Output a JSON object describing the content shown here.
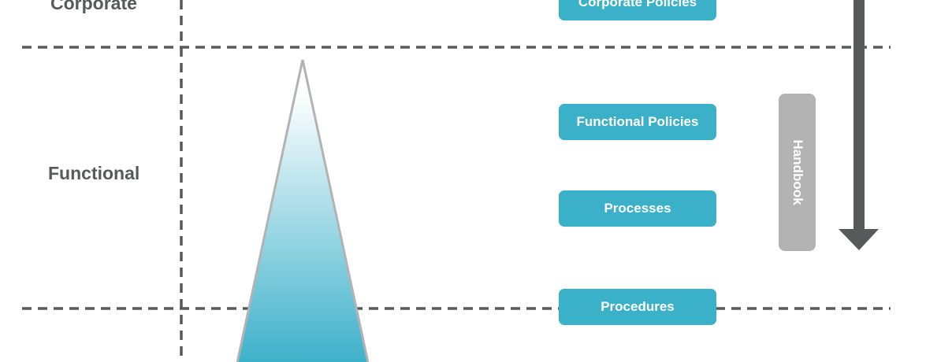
{
  "levels": {
    "corporate": "Corporate",
    "functional": "Functional"
  },
  "boxes": [
    "Corporate Policies",
    "Functional Policies",
    "Processes",
    "Procedures"
  ],
  "handbook": "Handbook",
  "colors": {
    "box": "#3bb0c9",
    "line": "#58595b",
    "handbook": "#b3b3b3",
    "triangle_outline": "#b3b3b3"
  }
}
